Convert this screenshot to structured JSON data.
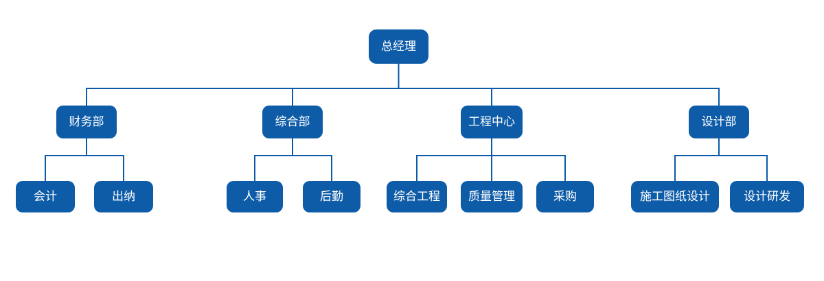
{
  "page": {
    "background": "#ffffff"
  },
  "colors": {
    "node_fill": "#0e5ca8",
    "node_text": "#ffffff",
    "connector": "#0a5aa8"
  },
  "org_chart": {
    "root": {
      "label": "总经理"
    },
    "departments": [
      {
        "label": "财务部",
        "children": [
          {
            "label": "会计"
          },
          {
            "label": "出纳"
          }
        ]
      },
      {
        "label": "综合部",
        "children": [
          {
            "label": "人事"
          },
          {
            "label": "后勤"
          }
        ]
      },
      {
        "label": "工程中心",
        "children": [
          {
            "label": "综合工程"
          },
          {
            "label": "质量管理"
          },
          {
            "label": "采购"
          }
        ]
      },
      {
        "label": "设计部",
        "children": [
          {
            "label": "施工图纸设计"
          },
          {
            "label": "设计研发"
          }
        ]
      }
    ]
  }
}
